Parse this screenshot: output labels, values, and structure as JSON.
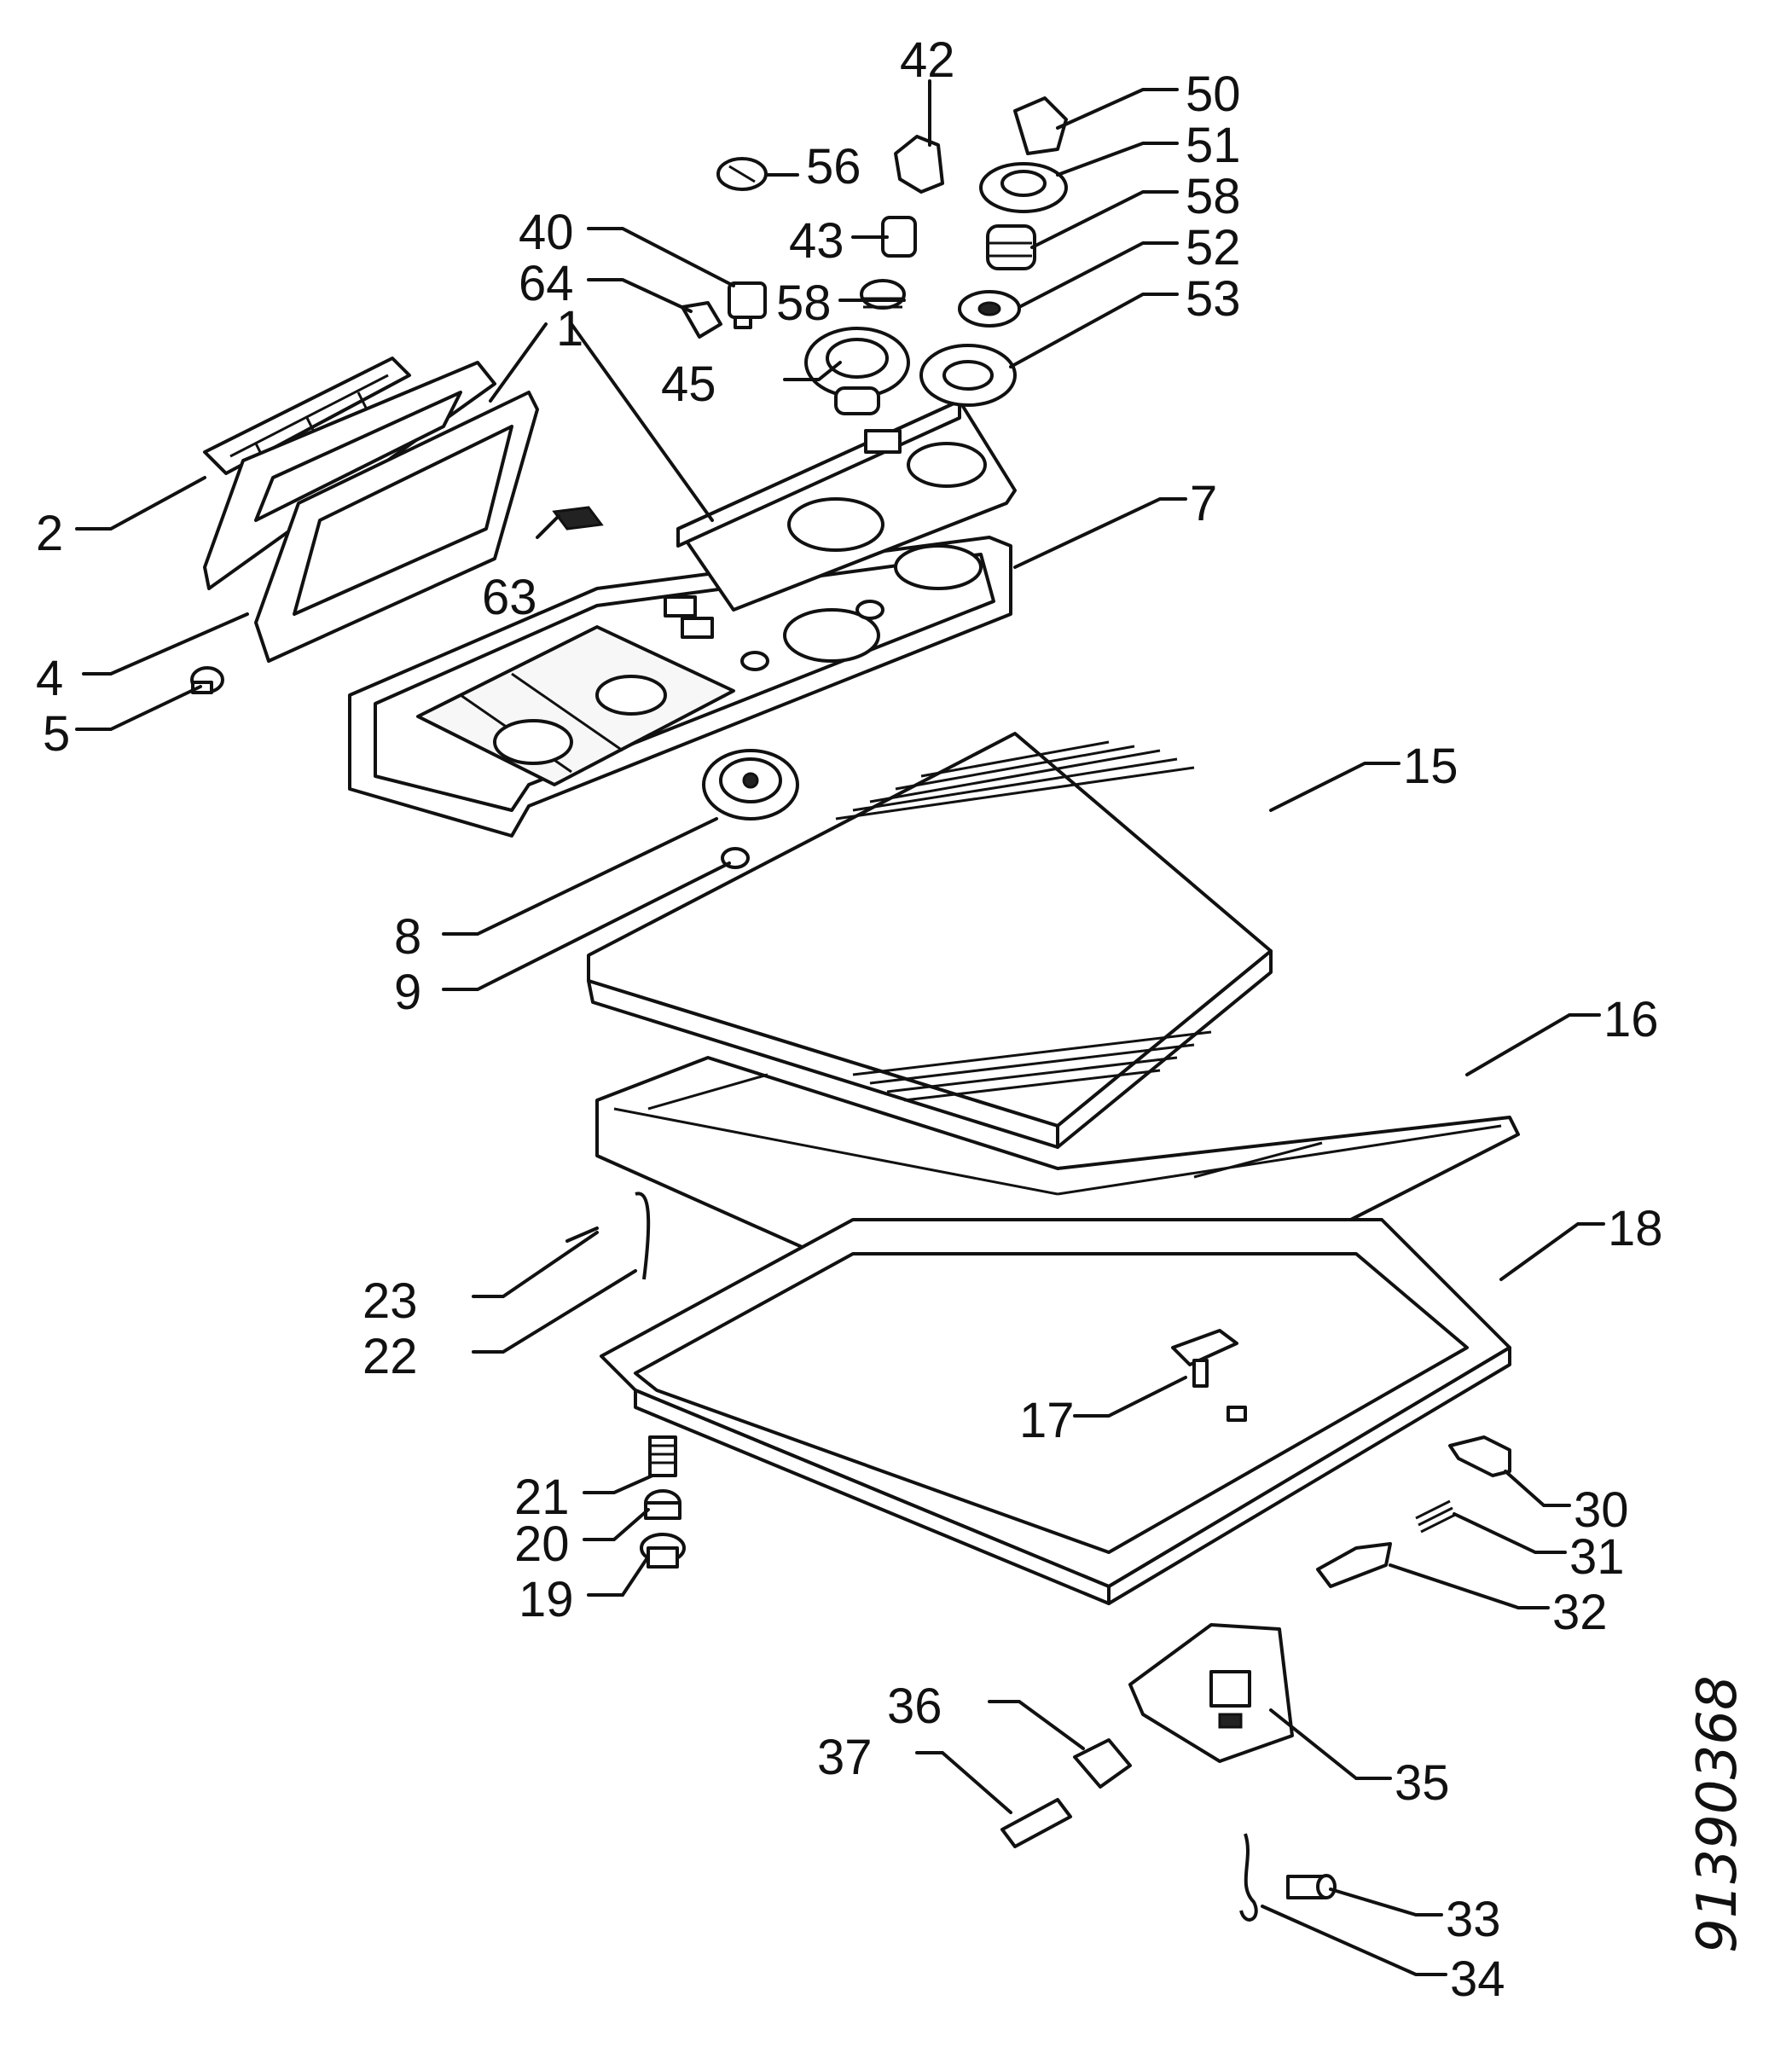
{
  "document_id": "91390368",
  "callouts": [
    {
      "id": "c1",
      "text": "1"
    },
    {
      "id": "c2",
      "text": "2"
    },
    {
      "id": "c4",
      "text": "4"
    },
    {
      "id": "c5",
      "text": "5"
    },
    {
      "id": "c7",
      "text": "7"
    },
    {
      "id": "c8",
      "text": "8"
    },
    {
      "id": "c9",
      "text": "9"
    },
    {
      "id": "c15",
      "text": "15"
    },
    {
      "id": "c16",
      "text": "16"
    },
    {
      "id": "c17",
      "text": "17"
    },
    {
      "id": "c18",
      "text": "18"
    },
    {
      "id": "c19",
      "text": "19"
    },
    {
      "id": "c20",
      "text": "20"
    },
    {
      "id": "c21",
      "text": "21"
    },
    {
      "id": "c22",
      "text": "22"
    },
    {
      "id": "c23",
      "text": "23"
    },
    {
      "id": "c30",
      "text": "30"
    },
    {
      "id": "c31",
      "text": "31"
    },
    {
      "id": "c32",
      "text": "32"
    },
    {
      "id": "c33",
      "text": "33"
    },
    {
      "id": "c34",
      "text": "34"
    },
    {
      "id": "c35",
      "text": "35"
    },
    {
      "id": "c36",
      "text": "36"
    },
    {
      "id": "c37",
      "text": "37"
    },
    {
      "id": "c40",
      "text": "40"
    },
    {
      "id": "c42",
      "text": "42"
    },
    {
      "id": "c43",
      "text": "43"
    },
    {
      "id": "c45",
      "text": "45"
    },
    {
      "id": "c50",
      "text": "50"
    },
    {
      "id": "c51",
      "text": "51"
    },
    {
      "id": "c52",
      "text": "52"
    },
    {
      "id": "c53",
      "text": "53"
    },
    {
      "id": "c56",
      "text": "56"
    },
    {
      "id": "c58a",
      "text": "58"
    },
    {
      "id": "c58b",
      "text": "58"
    },
    {
      "id": "c63",
      "text": "63"
    },
    {
      "id": "c64",
      "text": "64"
    }
  ]
}
